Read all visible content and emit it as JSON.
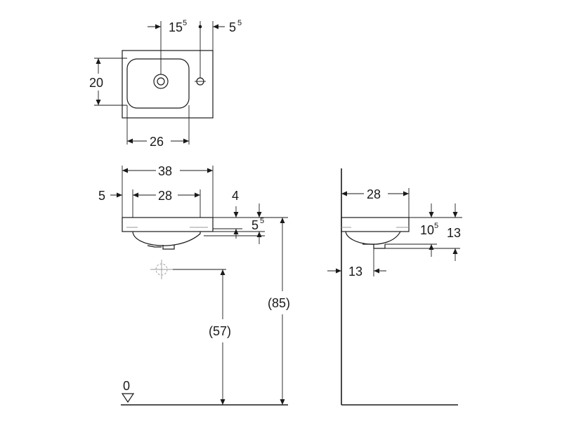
{
  "top_view": {
    "dim_tap_offset": {
      "main": "15",
      "sup": "5"
    },
    "dim_edge_offset": {
      "main": "5",
      "sup": "5"
    },
    "dim_depth": "20",
    "dim_bowl_width": "26"
  },
  "front_view": {
    "dim_overall_width": "38",
    "dim_side_offset": "5",
    "dim_bowl_width": "28",
    "dim_rim_thickness": "4",
    "dim_rim_step": {
      "main": "5",
      "sup": "5"
    },
    "dim_height_rim": "(85)",
    "dim_height_drain": "(57)",
    "floor_label": "0"
  },
  "side_view": {
    "dim_projection": "28",
    "dim_rim_height": {
      "main": "10",
      "sup": "5"
    },
    "dim_total_depth": "13",
    "dim_drain_offset": "13"
  }
}
